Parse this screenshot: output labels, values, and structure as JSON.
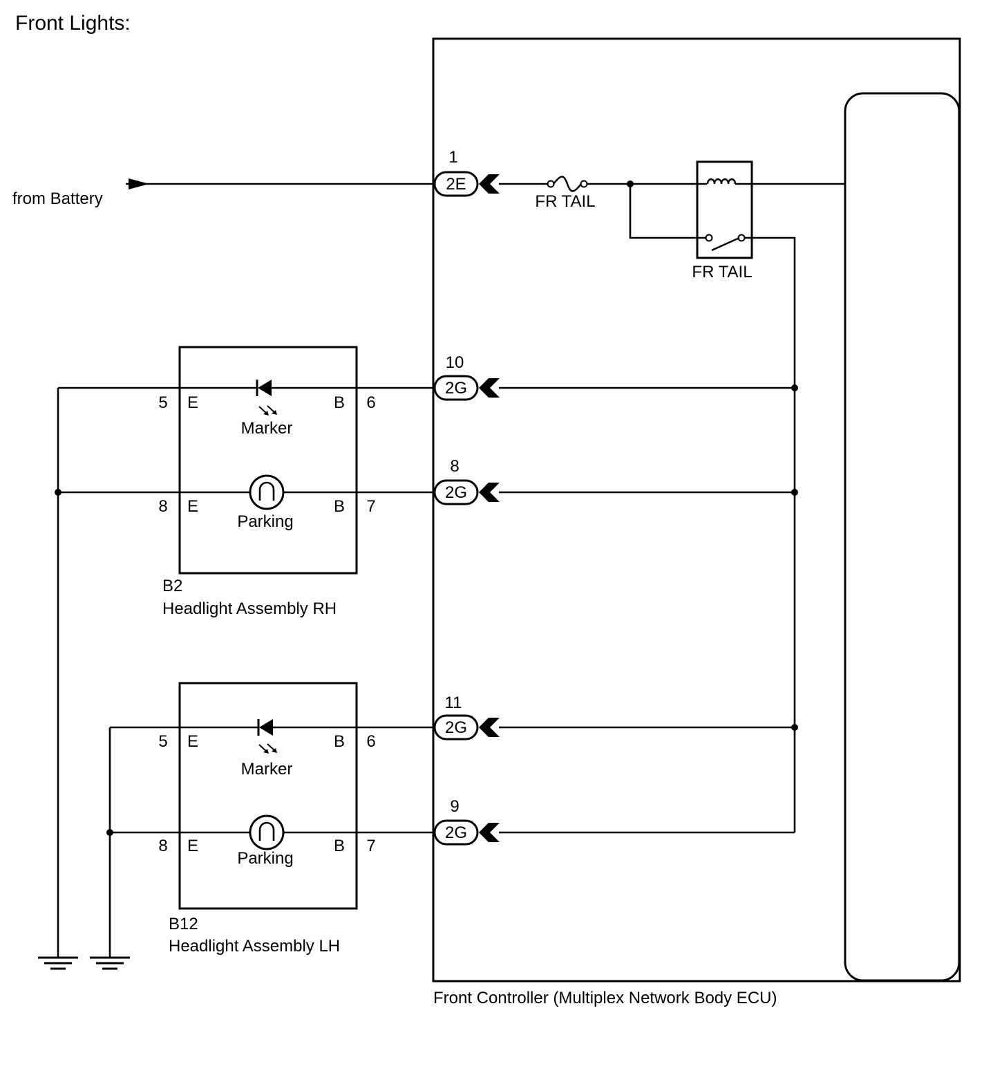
{
  "title": "Front Lights:",
  "source": {
    "label": "from Battery"
  },
  "ecu": {
    "label": "Front Controller (Multiplex Network Body ECU)",
    "fuse_label": "FR TAIL",
    "relay_label": "FR TAIL",
    "connectors": [
      {
        "pin": "1",
        "code": "2E"
      },
      {
        "pin": "10",
        "code": "2G"
      },
      {
        "pin": "8",
        "code": "2G"
      },
      {
        "pin": "11",
        "code": "2G"
      },
      {
        "pin": "9",
        "code": "2G"
      }
    ]
  },
  "assemblies": [
    {
      "code": "B2",
      "name": "Headlight Assembly RH",
      "marker": {
        "label": "Marker",
        "e_pin": "5",
        "e_label": "E",
        "b_label": "B",
        "b_pin": "6"
      },
      "parking": {
        "label": "Parking",
        "e_pin": "8",
        "e_label": "E",
        "b_label": "B",
        "b_pin": "7"
      }
    },
    {
      "code": "B12",
      "name": "Headlight Assembly LH",
      "marker": {
        "label": "Marker",
        "e_pin": "5",
        "e_label": "E",
        "b_label": "B",
        "b_pin": "6"
      },
      "parking": {
        "label": "Parking",
        "e_pin": "8",
        "e_label": "E",
        "b_label": "B",
        "b_pin": "7"
      }
    }
  ]
}
